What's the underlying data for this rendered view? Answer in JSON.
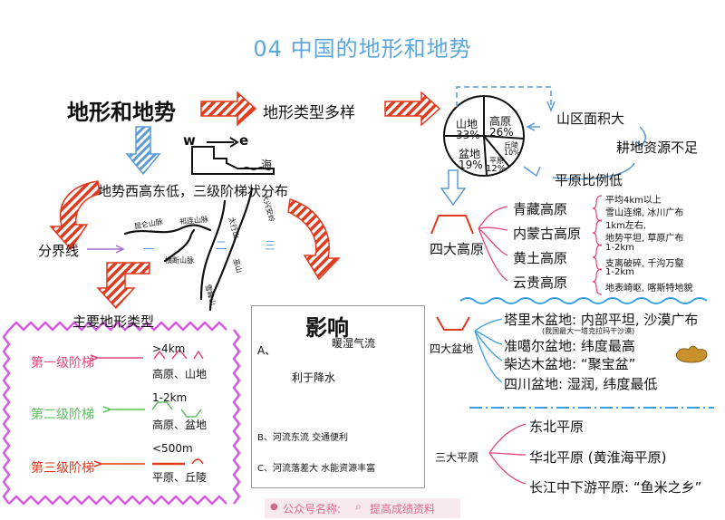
{
  "title": "04 中国的地形和地势",
  "main_heading": "地形和地势",
  "terrain_types_heading": "地形类型多样",
  "pie": {
    "slices": [
      {
        "label": "山地",
        "value": "33%",
        "percent": 33
      },
      {
        "label": "高原",
        "value": "26%",
        "percent": 26
      },
      {
        "label": "丘陵",
        "value": "10%",
        "percent": 10
      },
      {
        "label": "平原",
        "value": "12%",
        "percent": 12
      },
      {
        "label": "盆地",
        "value": "19%",
        "percent": 19
      }
    ]
  },
  "mountain_area": "山区面积大",
  "farmland_shortage": "耕地资源不足",
  "plain_low": "平原比例低",
  "direction": {
    "west": "w",
    "east": "e",
    "sea": "海"
  },
  "terrain_trend": "地势西高东低，三级阶梯状分布",
  "boundary_line": "分界线",
  "mountains": {
    "kunlun": "昆仑山脉",
    "qilian": "祁连山脉",
    "hengduan": "横断山脉",
    "daxinganling": "大兴安岭",
    "taihang": "太行山",
    "wushan": "巫山",
    "xuefeng": "雪峰山"
  },
  "steps_roman": [
    "一",
    "二",
    "三"
  ],
  "main_types_heading": "主要地形类型",
  "steps": [
    {
      "name": "第一级阶梯",
      "height": ">4km",
      "types": "高原、山地"
    },
    {
      "name": "第二级阶梯",
      "height": "1-2km",
      "types": "高原、盆地"
    },
    {
      "name": "第三级阶梯",
      "height": "<500m",
      "types": "平原、丘陵"
    }
  ],
  "influence": {
    "heading": "影响",
    "a_label": "A、",
    "warm_flow": "暖湿气流",
    "precip": "利于降水",
    "b": "B、河流东流  交通便利",
    "c": "C、河流落差大  水能资源丰富"
  },
  "plateaus": {
    "heading": "四大高原",
    "items": [
      {
        "name": "青藏高原",
        "desc1": "平均4km以上",
        "desc2": "雪山连绵, 冰川广布"
      },
      {
        "name": "内蒙古高原",
        "desc1": "1km左右,",
        "desc2": "地势平坦, 草原广布"
      },
      {
        "name": "黄土高原",
        "desc1": "1-2km",
        "desc2": "支离破碎, 千沟万壑"
      },
      {
        "name": "云贵高原",
        "desc1": "1-2km",
        "desc2": "地表崎岖, 喀斯特地貌"
      }
    ]
  },
  "basins": {
    "heading": "四大盆地",
    "items": [
      {
        "name": "塔里木盆地: 内部平坦, 沙漠广布",
        "note": "(我国最大一塔克拉玛干沙漠)"
      },
      {
        "name": "准噶尔盆地: 纬度最高",
        "note": ""
      },
      {
        "name": "柴达木盆地: “聚宝盆”",
        "note": ""
      },
      {
        "name": "四川盆地: 湿润, 纬度最低",
        "note": ""
      }
    ]
  },
  "plains": {
    "heading": "三大平原",
    "items": [
      {
        "name": "东北平原"
      },
      {
        "name": "华北平原 (黄淮海平原)"
      },
      {
        "name": "长江中下游平原: “鱼米之乡”"
      }
    ]
  },
  "footer": {
    "label": "公众号名称:",
    "value": "提高成绩资料"
  },
  "colors": {
    "title": "#5aa7dc",
    "arrow_red": "#e23a1e",
    "arrow_blue": "#5b9bd5",
    "wave_pink": "#d65ae0",
    "wave_blue": "#3a9ee0",
    "step1": "#e8457a",
    "step2": "#5cc060",
    "step3": "#e23a1e"
  }
}
